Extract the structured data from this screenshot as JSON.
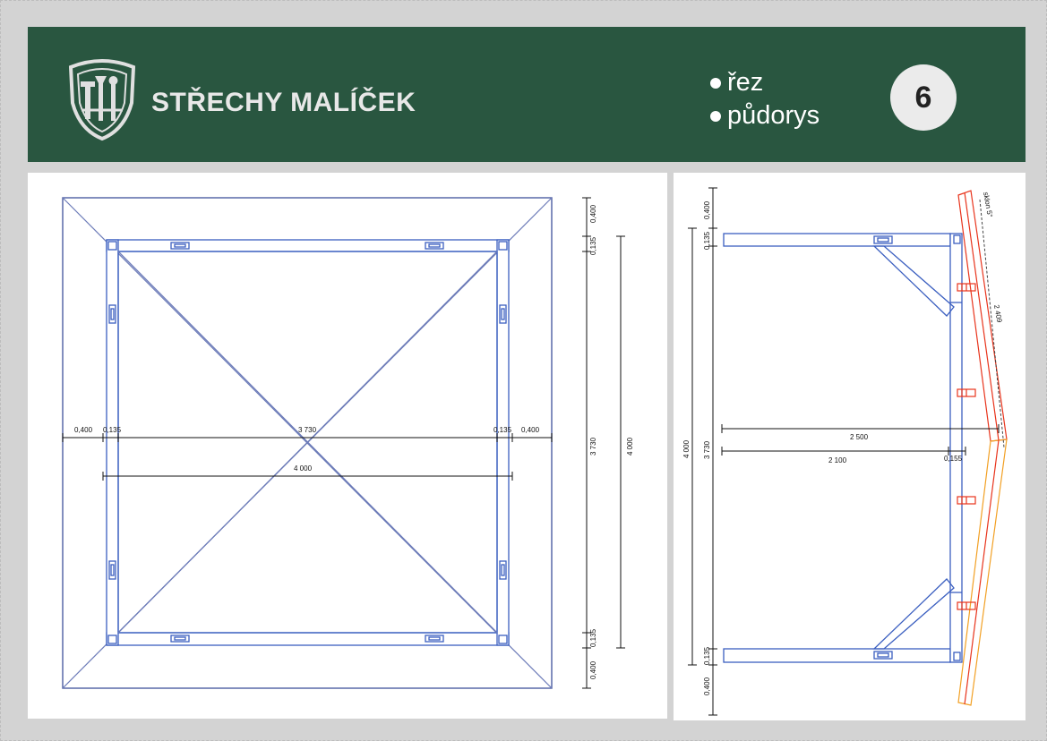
{
  "brand": {
    "name": "STŘECHY MALÍČEK"
  },
  "legend": {
    "items": [
      "řez",
      "půdorys"
    ]
  },
  "sheet": {
    "number": "6"
  },
  "colors": {
    "header": "#295640",
    "structure": "#3b5fc0",
    "roof_red": "#e8341c",
    "roof_orange": "#f2a024"
  },
  "plan": {
    "dims_horizontal": [
      "0,400",
      "0,135",
      "3 730",
      "0,135",
      "0,400"
    ],
    "dim_total_horizontal": "4 000",
    "dims_vertical": [
      "0,400",
      "0,135",
      "0,135",
      "0,400"
    ],
    "dim_vertical_inner": "3 730",
    "dim_vertical_total": "4 000"
  },
  "section": {
    "dims_left": [
      "0,400",
      "0,135",
      "0,135",
      "0,400"
    ],
    "dim_left_total": "4 000",
    "dim_left_inner": "3 730",
    "dim_width_total": "2 500",
    "dim_width_part": "2 100",
    "dim_width_small": "0,155",
    "slope_label": "sklon 5°",
    "rafter_length": "2 409"
  }
}
